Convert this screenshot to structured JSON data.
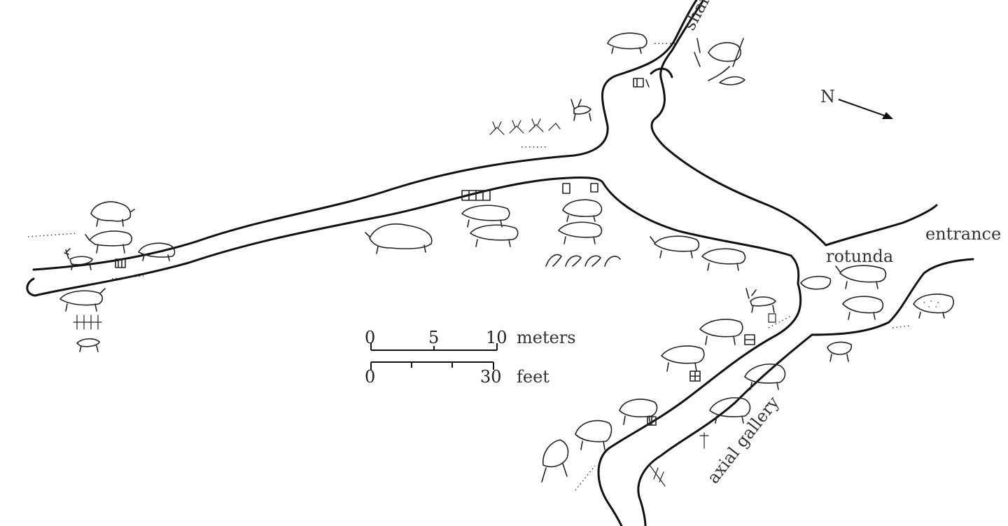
{
  "labels": {
    "shaft": "shaft",
    "north": "N",
    "entrance": "entrance",
    "rotunda": "rotunda",
    "axial_gallery": "axial gallery"
  },
  "scale_bar": {
    "meters_ticks": [
      "0",
      "5",
      "10"
    ],
    "meters_unit": "meters",
    "feet_ticks": [
      "0",
      "30"
    ],
    "feet_unit": "feet"
  },
  "colors": {
    "ink": "#111111",
    "label": "#333333",
    "background": "#ffffff"
  }
}
